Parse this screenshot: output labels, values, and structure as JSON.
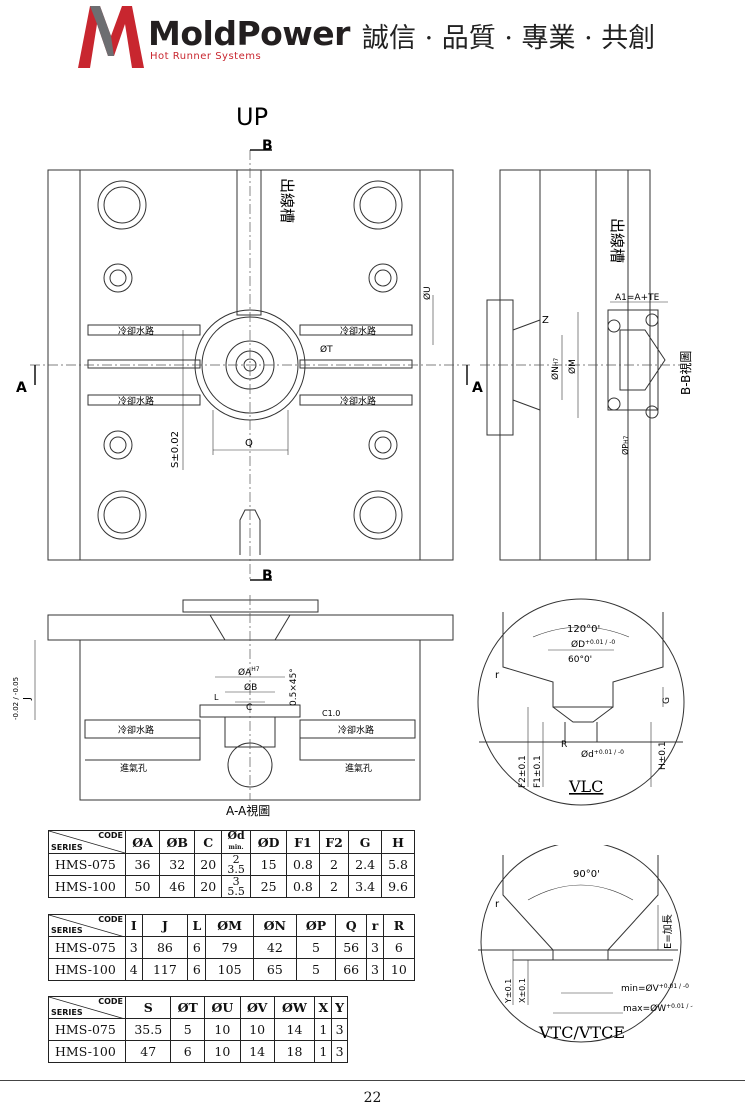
{
  "header": {
    "brand": "MoldPower",
    "tagline": "Hot Runner Systems",
    "slogan": "誠信 · 品質 · 專業 · 共創"
  },
  "drawing": {
    "view_up": "UP",
    "section_b": "B",
    "section_a": "A",
    "wire_slot": "出線槽",
    "cooling": "冷卻水路",
    "air_inlet": "進氣孔",
    "dim_u": "ØU",
    "dim_t": "ØT",
    "dim_s": "S±0.02",
    "dim_q": "Q",
    "dim_z": "Z",
    "dim_n": "ØN",
    "dim_n_tol": "H7",
    "dim_m": "ØM",
    "dim_a1": "A1=A+TE",
    "dim_p": "ØP",
    "dim_p_tol": "H7",
    "bb_view": "B-B視圖",
    "dim_j": "J",
    "dim_j_tol": "-0.02 / -0.05",
    "dim_a": "ØA",
    "dim_a_tol": "H7",
    "dim_b": "ØB",
    "dim_c": "C",
    "dim_l": "L",
    "dim_chamfer": "0.5×45°",
    "dim_c10": "C1.0",
    "aa_view": "A-A視圖",
    "vlc_angle": "120°0'",
    "vlc_d": "ØD",
    "vlc_d_tol": "+0.01 / -0",
    "vlc_angle2": "60°0'",
    "vlc_r": "r",
    "vlc_rr": "R",
    "vlc_g": "G",
    "vlc_f2": "F2±0.1",
    "vlc_f1": "F1±0.1",
    "vlc_dd": "Ød",
    "vlc_dd_tol": "+0.01 / -0",
    "vlc_h": "H±0.1",
    "vlc_label": "VLC",
    "vtc_angle": "90°0'",
    "vtc_r": "r",
    "vtc_e": "E=加長",
    "vtc_y": "Y±0.1",
    "vtc_x": "X±0.1",
    "vtc_min": "min=ØV",
    "vtc_max": "max=ØW",
    "vtc_tol": "+0.01 / -0",
    "vtc_label": "VTC/VTCE"
  },
  "tables": {
    "code_label": "CODE",
    "series_label": "SERIES",
    "t1": {
      "columns": [
        "ØA",
        "ØB",
        "C",
        "Ød",
        "ØD",
        "F1",
        "F2",
        "G",
        "H"
      ],
      "d_sub": "min.",
      "rows": [
        {
          "series": "HMS-075",
          "values": [
            "36",
            "32",
            "20",
            "",
            "15",
            "0.8",
            "2",
            "2.4",
            "5.8"
          ],
          "d_top": "2",
          "d_bot": "3.5"
        },
        {
          "series": "HMS-100",
          "values": [
            "50",
            "46",
            "20",
            "",
            "25",
            "0.8",
            "2",
            "3.4",
            "9.6"
          ],
          "d_top": "3",
          "d_bot": "5.5"
        }
      ]
    },
    "t2": {
      "columns": [
        "I",
        "J",
        "L",
        "ØM",
        "ØN",
        "ØP",
        "Q",
        "r",
        "R"
      ],
      "rows": [
        {
          "series": "HMS-075",
          "values": [
            "3",
            "86",
            "6",
            "79",
            "42",
            "5",
            "56",
            "3",
            "6"
          ]
        },
        {
          "series": "HMS-100",
          "values": [
            "4",
            "117",
            "6",
            "105",
            "65",
            "5",
            "66",
            "3",
            "10"
          ]
        }
      ]
    },
    "t3": {
      "columns": [
        "S",
        "ØT",
        "ØU",
        "ØV",
        "ØW",
        "X",
        "Y"
      ],
      "rows": [
        {
          "series": "HMS-075",
          "values": [
            "35.5",
            "5",
            "10",
            "10",
            "14",
            "1",
            "3"
          ]
        },
        {
          "series": "HMS-100",
          "values": [
            "47",
            "6",
            "10",
            "14",
            "18",
            "1",
            "3"
          ]
        }
      ]
    }
  },
  "footer": {
    "page_number": "22"
  }
}
